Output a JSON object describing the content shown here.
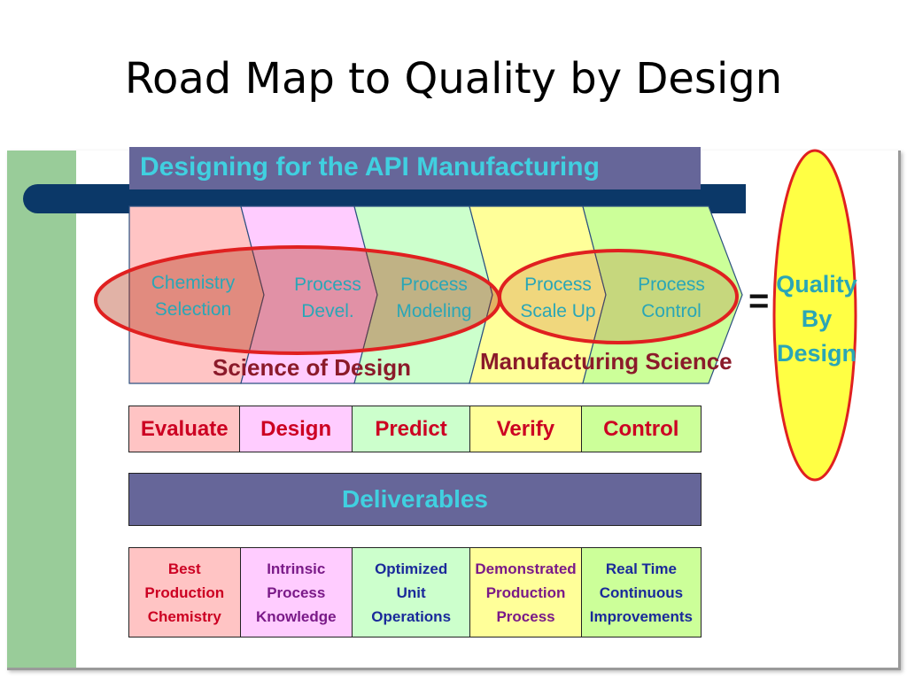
{
  "title": "Road Map to Quality by Design",
  "header": "Designing for the API Manufacturing",
  "steps": [
    {
      "label": "Chemistry\nSelection",
      "fill": "#ffc4c4"
    },
    {
      "label": "Process\nDevel.",
      "fill": "#ffccff"
    },
    {
      "label": "Process\nModeling",
      "fill": "#ccffcc"
    },
    {
      "label": "Process\nScale Up",
      "fill": "#ffff99"
    },
    {
      "label": "Process\nControl",
      "fill": "#ccff99"
    }
  ],
  "groups": {
    "science": "Science of Design",
    "manufacturing": "Manufacturing Science"
  },
  "equals": "=",
  "result": "Quality\nBy\nDesign",
  "actions": [
    "Evaluate",
    "Design",
    "Predict",
    "Verify",
    "Control"
  ],
  "deliverables_title": "Deliverables",
  "deliverables": [
    {
      "text": "Best\nProduction\nChemistry",
      "color": "#cc0022"
    },
    {
      "text": "Intrinsic\nProcess\nKnowledge",
      "color": "#7a1a88"
    },
    {
      "text": "Optimized\nUnit\nOperations",
      "color": "#1a2a9a"
    },
    {
      "text": "Demonstrated\nProduction\nProcess",
      "color": "#7a1a88"
    },
    {
      "text": "Real Time\nContinuous\nImprovements",
      "color": "#1a2a9a"
    }
  ],
  "colors": {
    "accent_teal": "#40d0e0",
    "header_bg": "#666699",
    "navy": "#0b3868",
    "ellipse_red": "#e02020",
    "qbd_fill": "#ffff44",
    "side_green": "#99cc99"
  }
}
